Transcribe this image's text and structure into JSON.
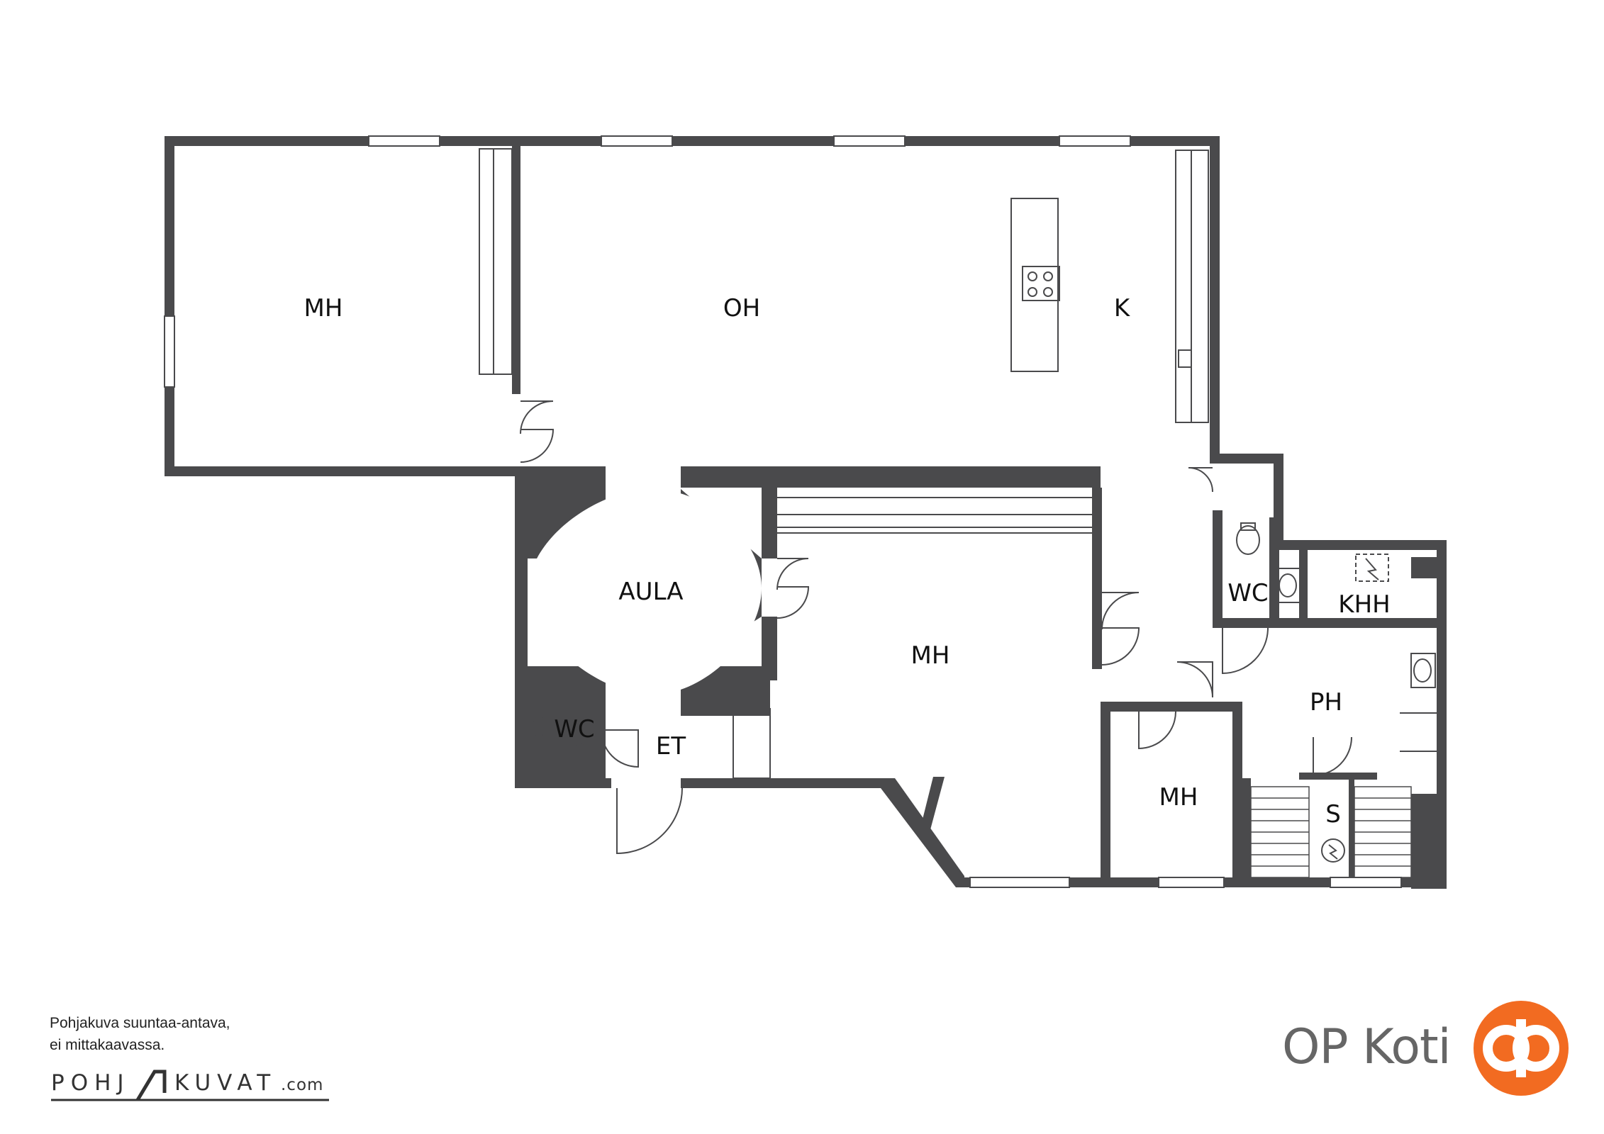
{
  "rooms": {
    "mh_left": "MH",
    "oh": "OH",
    "k": "K",
    "aula": "AULA",
    "mh_center": "MH",
    "wc_right": "WC",
    "khh": "KHH",
    "ph": "PH",
    "wc_left": "WC",
    "et": "ET",
    "mh_small": "MH",
    "s": "S"
  },
  "footer": {
    "disclaimer_line1": "Pohjakuva suuntaa-antava,",
    "disclaimer_line2": "ei mittakaavassa.",
    "pohjakuvat_left": "POHJ",
    "pohjakuvat_right": "KUVAT",
    "pohjakuvat_suffix": ".com",
    "op_koti": "OP Koti"
  },
  "colors": {
    "wall": "#4a4a4c",
    "op_orange": "#f26b21",
    "text": "#111111"
  },
  "icons": [
    "door-swing-icon",
    "window-icon",
    "toilet-icon",
    "sink-icon",
    "stove-icon",
    "electric-panel-icon",
    "op-logo-icon"
  ]
}
